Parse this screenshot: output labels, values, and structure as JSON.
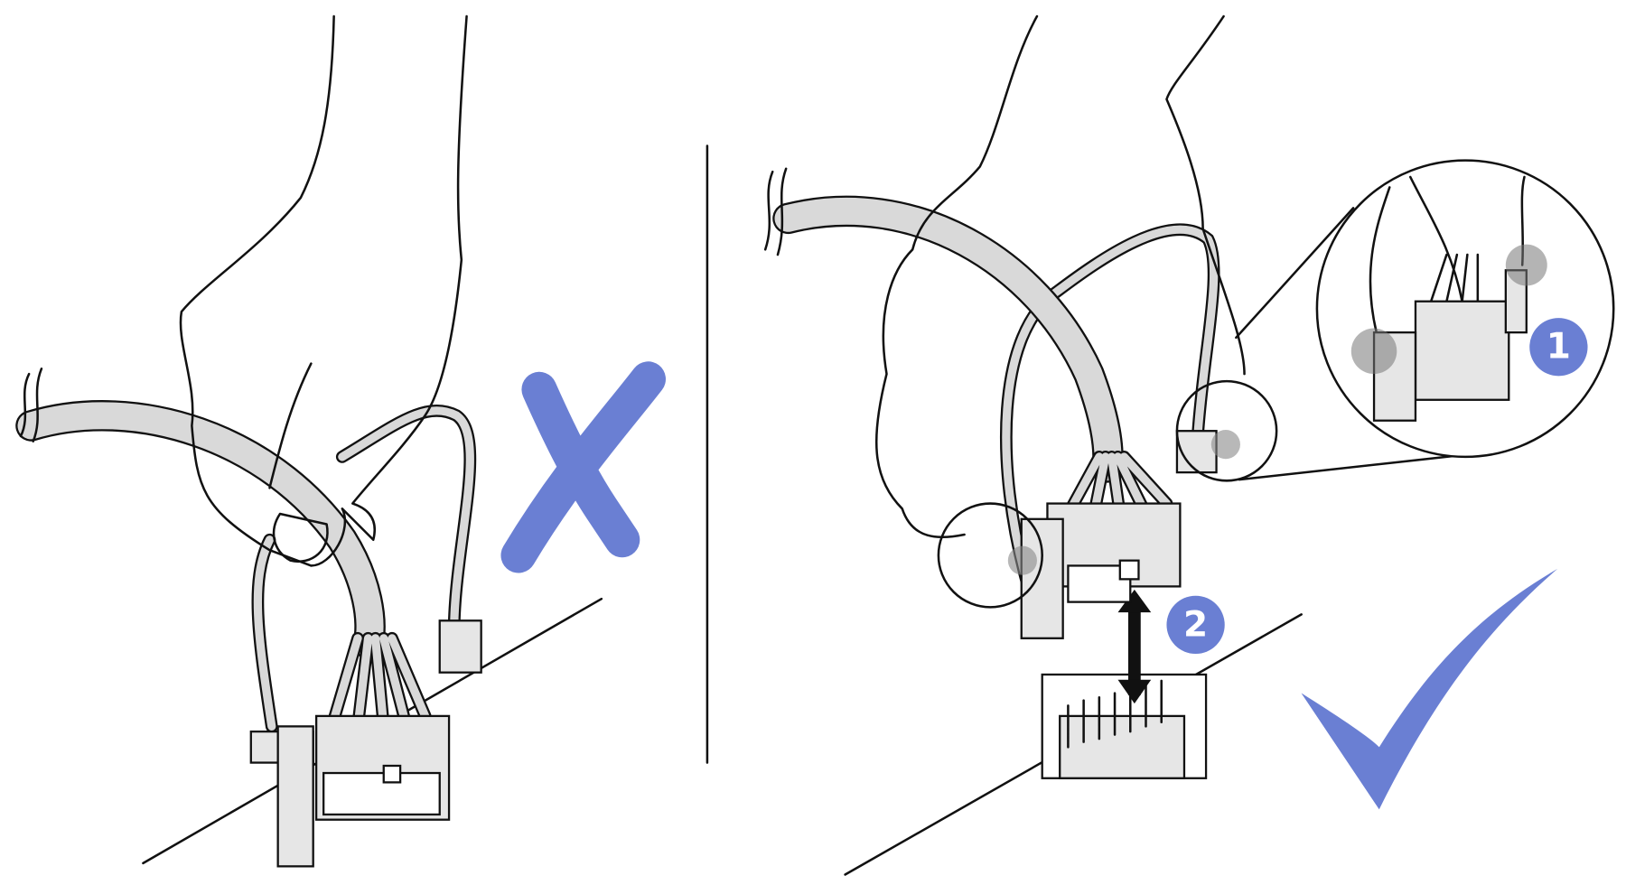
{
  "figure": {
    "left_panel": {
      "verdict": "incorrect",
      "verdict_icon": "x-mark-icon"
    },
    "right_panel": {
      "verdict": "correct",
      "verdict_icon": "check-mark-icon"
    },
    "callouts": [
      {
        "label": "1"
      },
      {
        "label": "2"
      }
    ]
  },
  "colors": {
    "accent": "#6a7fd3",
    "cable": "#d9d9d9",
    "connector": "#e6e6e6",
    "line": "#111111"
  }
}
